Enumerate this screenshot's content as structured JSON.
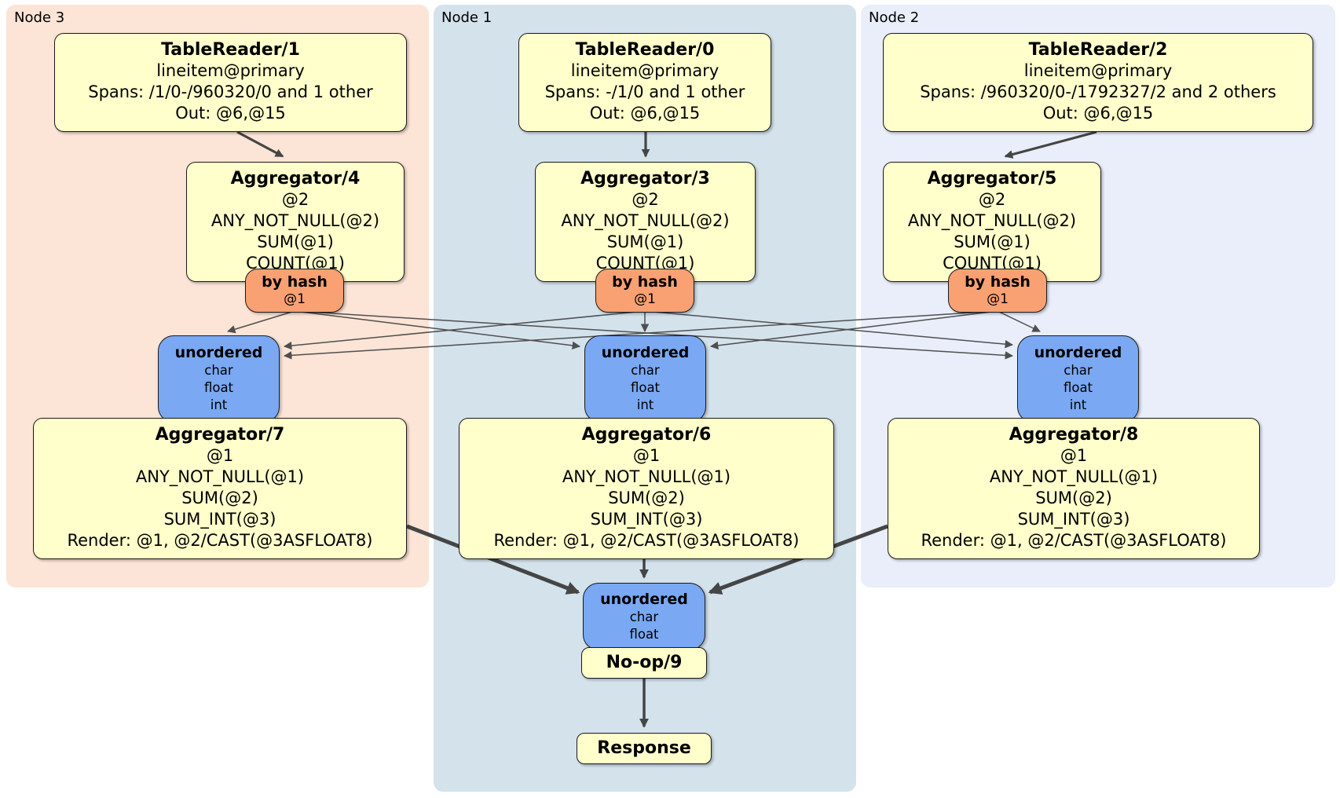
{
  "regions": {
    "node3": {
      "label": "Node 3"
    },
    "node1": {
      "label": "Node 1"
    },
    "node2": {
      "label": "Node 2"
    }
  },
  "processors": {
    "tablereader1": {
      "title": "TableReader/1",
      "lines": [
        "lineitem@primary",
        "Spans: /1/0-/960320/0 and 1 other",
        "Out: @6,@15"
      ]
    },
    "tablereader0": {
      "title": "TableReader/0",
      "lines": [
        "lineitem@primary",
        "Spans: -/1/0 and 1 other",
        "Out: @6,@15"
      ]
    },
    "tablereader2": {
      "title": "TableReader/2",
      "lines": [
        "lineitem@primary",
        "Spans: /960320/0-/1792327/2 and 2 others",
        "Out: @6,@15"
      ]
    },
    "aggregator4": {
      "title": "Aggregator/4",
      "lines": [
        "@2",
        "ANY_NOT_NULL(@2)",
        "SUM(@1)",
        "COUNT(@1)"
      ]
    },
    "aggregator3": {
      "title": "Aggregator/3",
      "lines": [
        "@2",
        "ANY_NOT_NULL(@2)",
        "SUM(@1)",
        "COUNT(@1)"
      ]
    },
    "aggregator5": {
      "title": "Aggregator/5",
      "lines": [
        "@2",
        "ANY_NOT_NULL(@2)",
        "SUM(@1)",
        "COUNT(@1)"
      ]
    },
    "router3": {
      "title": "by hash",
      "lines": [
        "@1"
      ]
    },
    "router1": {
      "title": "by hash",
      "lines": [
        "@1"
      ]
    },
    "router2": {
      "title": "by hash",
      "lines": [
        "@1"
      ]
    },
    "sync3": {
      "title": "unordered",
      "lines": [
        "char",
        "float",
        "int"
      ]
    },
    "sync1": {
      "title": "unordered",
      "lines": [
        "char",
        "float",
        "int"
      ]
    },
    "sync2": {
      "title": "unordered",
      "lines": [
        "char",
        "float",
        "int"
      ]
    },
    "aggregator7": {
      "title": "Aggregator/7",
      "lines": [
        "@1",
        "ANY_NOT_NULL(@1)",
        "SUM(@2)",
        "SUM_INT(@3)",
        "Render: @1, @2/CAST(@3ASFLOAT8)"
      ]
    },
    "aggregator6": {
      "title": "Aggregator/6",
      "lines": [
        "@1",
        "ANY_NOT_NULL(@1)",
        "SUM(@2)",
        "SUM_INT(@3)",
        "Render: @1, @2/CAST(@3ASFLOAT8)"
      ]
    },
    "aggregator8": {
      "title": "Aggregator/8",
      "lines": [
        "@1",
        "ANY_NOT_NULL(@1)",
        "SUM(@2)",
        "SUM_INT(@3)",
        "Render: @1, @2/CAST(@3ASFLOAT8)"
      ]
    },
    "syncfinal": {
      "title": "unordered",
      "lines": [
        "char",
        "float"
      ]
    },
    "noop9": {
      "title": "No-op/9"
    },
    "response": {
      "title": "Response"
    }
  },
  "colors": {
    "processor_fill": "#ffffcc",
    "router_fill": "#f9a172",
    "sync_fill": "#7aa8f2",
    "node3_bg": "#fce4d6",
    "node1_bg": "#d4e2ec",
    "node2_bg": "#e9eefa",
    "box_border": "#1a1a1a",
    "edge_color": "#4f4f4f",
    "thick_edge_color": "#454545"
  }
}
